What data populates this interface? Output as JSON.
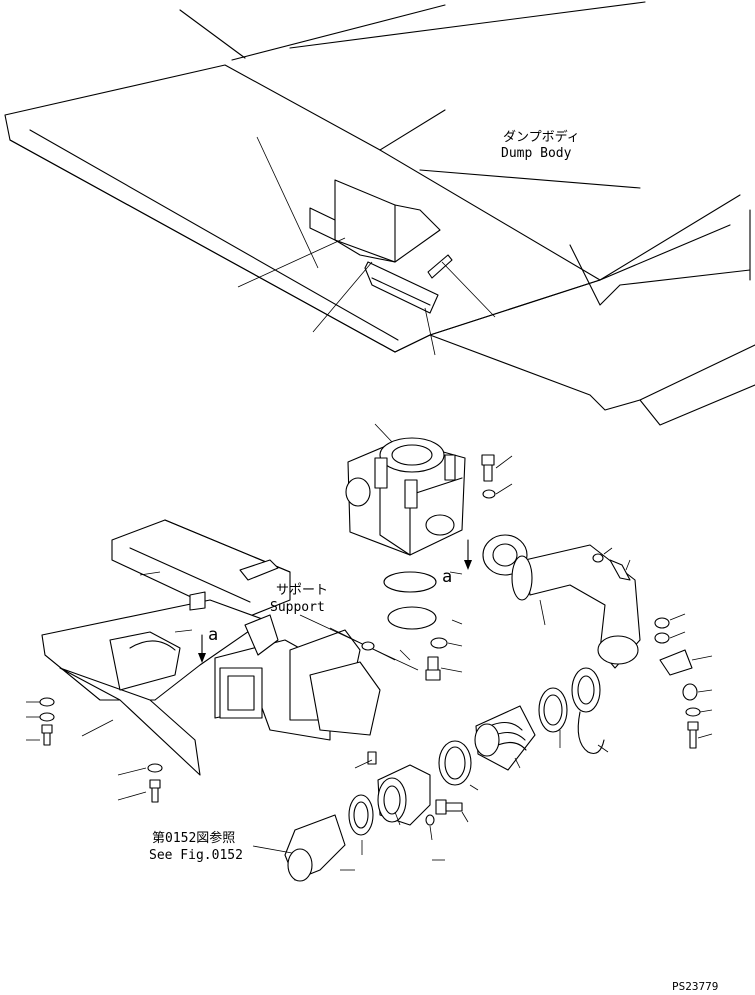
{
  "labels": {
    "dump_body_jp": "ダンプボディ",
    "dump_body_en": "Dump Body",
    "support_jp": "サポート",
    "support_en": "Support",
    "see_fig_jp": "第0152図参照",
    "see_fig_en": "See Fig.0152",
    "view_a_1": "a",
    "view_a_2": "a",
    "drawing_number": "PS23779"
  }
}
